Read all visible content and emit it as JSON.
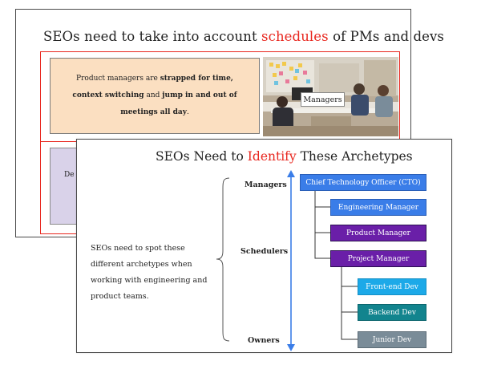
{
  "back_slide": {
    "title_before": "SEOs need to take into account ",
    "title_highlight": "schedules",
    "title_after": " of PMs and devs",
    "pm_box": {
      "t1": "Product managers are ",
      "b1": "strapped for time, context switching",
      "t2": " and ",
      "b2": "jump in and out of meetings all day",
      "t3": "."
    },
    "photo_label": "Managers",
    "dev_box_text": "De"
  },
  "front_slide": {
    "title_before": "SEOs Need to ",
    "title_highlight": "Identify",
    "title_after": " These Archetypes",
    "description": "SEOs need to spot these different archetypes when working with engineering and product teams.",
    "roles": {
      "managers": "Managers",
      "schedulers": "Schedulers",
      "owners": "Owners"
    },
    "nodes": {
      "cto": "Chief Technology Officer (CTO)",
      "eng": "Engineering Manager",
      "pm": "Product Manager",
      "proj": "Project Manager",
      "fe": "Front-end Dev",
      "be": "Backend Dev",
      "jr": "Junior Dev"
    }
  },
  "colors": {
    "highlight_red": "#e8271f",
    "pm_box_bg": "#fbdfc1",
    "dev_box_bg": "#d9d2e9",
    "axis_blue": "#3a7de8",
    "manager_blue": "#3a7de8",
    "scheduler_purple": "#6a1fa8",
    "frontend_cyan": "#1ca9e8",
    "backend_teal": "#12848e",
    "junior_gray": "#7a8c98"
  }
}
